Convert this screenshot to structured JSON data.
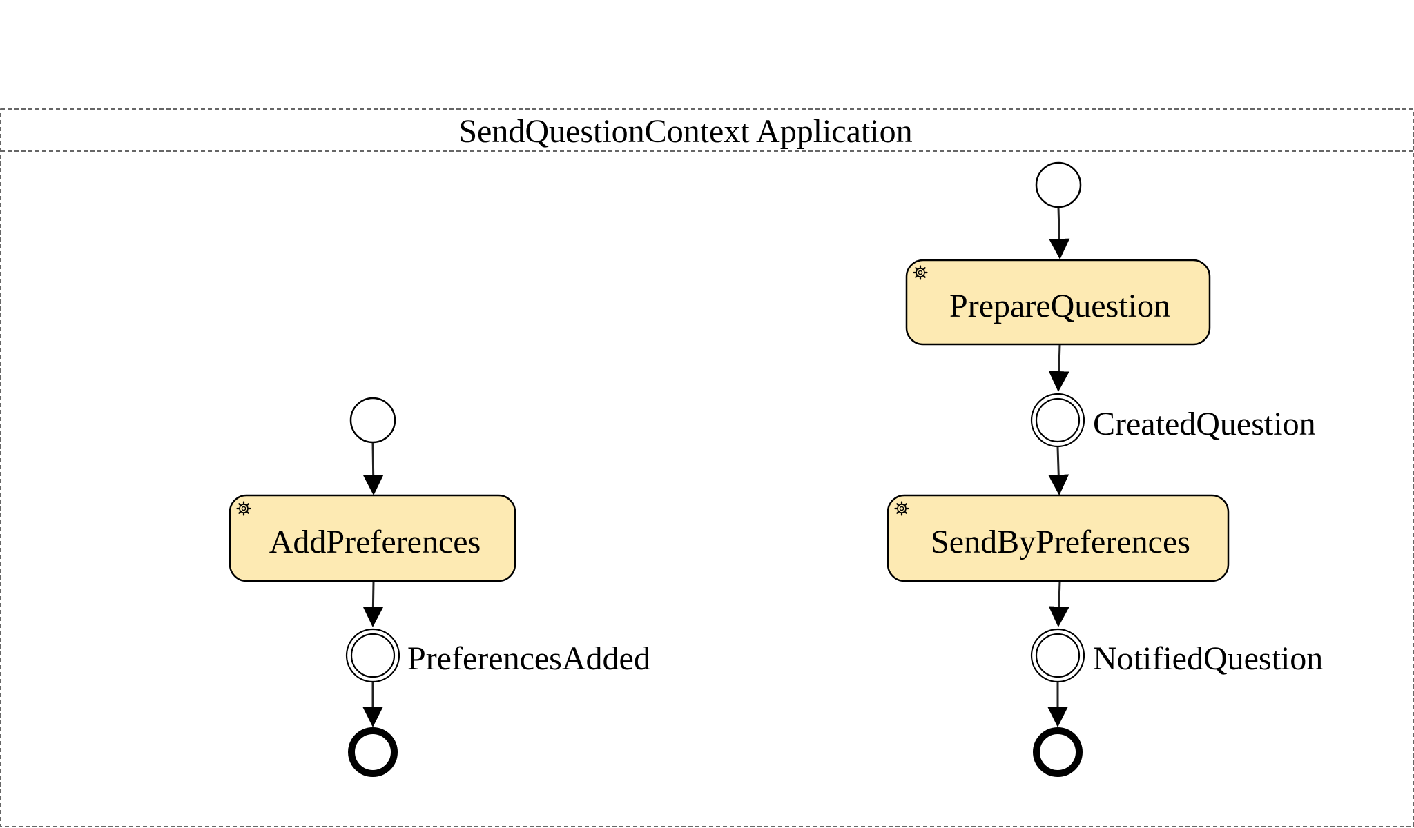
{
  "pool": {
    "title": "SendQuestionContext Application"
  },
  "colors": {
    "task_fill": "#fdeab3",
    "stroke": "#000000",
    "pool_border": "#333333"
  },
  "icons": {
    "task_marker": "gear-icon"
  },
  "flows": [
    {
      "id": "preferences-flow",
      "task": "AddPreferences",
      "intermediate_event": "PreferencesAdded"
    },
    {
      "id": "question-flow",
      "task": "PrepareQuestion",
      "intermediate_event": "CreatedQuestion",
      "second_task": "SendByPreferences",
      "second_intermediate_event": "NotifiedQuestion"
    }
  ]
}
